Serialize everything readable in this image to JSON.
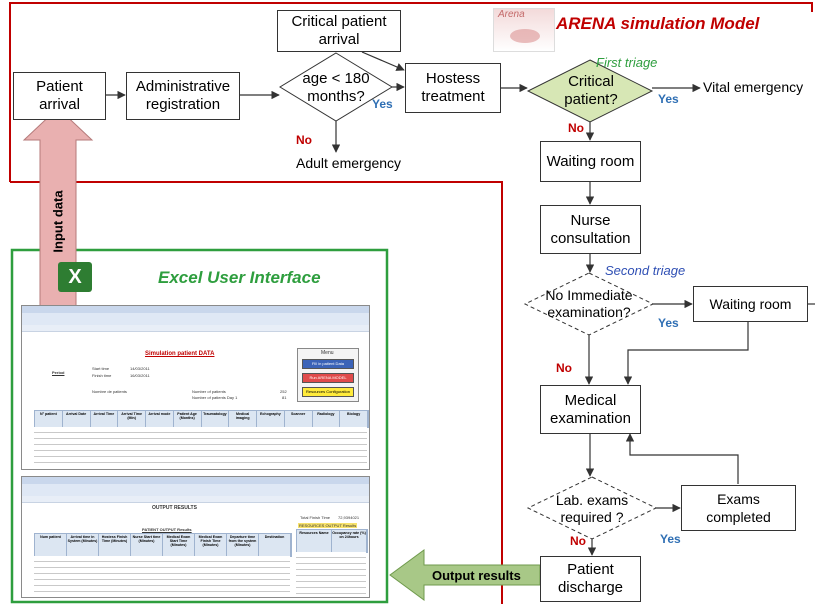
{
  "header": {
    "title": "ARENA simulation Model",
    "logo_text": "Arena"
  },
  "nodes": {
    "patient_arrival": "Patient\narrival",
    "admin_registration": "Administrative\nregistration",
    "age_decision": "age < 180\nmonths?",
    "critical_arrival": "Critical patient\narrival",
    "hostess": "Hostess\ntreatment",
    "critical_decision": "Critical\npatient?",
    "vital_emergency": "Vital emergency",
    "adult_emergency": "Adult emergency",
    "waiting_room_1": "Waiting room",
    "nurse": "Nurse\nconsultation",
    "immediate_decision": "No Immediate\nexamination?",
    "waiting_room_2": "Waiting room",
    "medical_exam": "Medical\nexamination",
    "lab_decision": "Lab. exams\nrequired ?",
    "exams_completed": "Exams\ncompleted",
    "discharge": "Patient\ndischarge"
  },
  "labels": {
    "first_triage": "First triage",
    "second_triage": "Second triage",
    "yes": "Yes",
    "no": "No",
    "input_data": "Input data",
    "output_results": "Output results",
    "excel_title": "Excel User Interface"
  },
  "excel_top": {
    "sheet_title": "Simulation patient DATA",
    "period_label": "Period",
    "start_label": "Start time",
    "start_value": "14/03/2011",
    "finish_label": "Finish time",
    "finish_value": "16/03/2011",
    "nb_patients_label": "Nombre de patients",
    "number_patients_label": "Number of patients",
    "number_patients_value": "252",
    "per_day_label": "Number of patients Day 1",
    "per_day_value": "81",
    "menu_title": "Menu",
    "menu_btn_fill": "Fill in patient Data",
    "menu_btn_run": "Run ARENA MODEL",
    "menu_btn_res": "Resources Configuration",
    "columns": [
      "N° patient",
      "Arrival Date",
      "Arrival Time",
      "Arrival Time (Min)",
      "Arrival mode",
      "Patient Age (Months)",
      "Traumatology",
      "Medical imaging",
      "Echography",
      "Scanner",
      "Radiology",
      "Biology"
    ]
  },
  "excel_bottom": {
    "sheet_title": "OUTPUT RESULTS",
    "patient_output": "PATIENT OUTPUT Results",
    "total_finish_label": "Total Finish Time",
    "total_finish_value": "72,9394021",
    "resources_output": "RESOURCES OUTPUT Results",
    "columns": [
      "Num patient",
      "Arrival time in System (Minutes)",
      "Hostess Finish Time (Minutes)",
      "Nurse Start time (Minutes)",
      "Medical Exam Start Time (Minutes)",
      "Medical Exam Finish Time (Minutes)",
      "Departure time from the system (Minutes)",
      "Destination"
    ],
    "res_columns": [
      "Resources Name",
      "Occupancy rate (%) on 24hours"
    ]
  },
  "colors": {
    "model_border": "#c00000",
    "excel_border": "#2e9e3e",
    "decision_fill": "#d7e7b5",
    "title_red": "#c00000",
    "excel_title_green": "#2e9e3e",
    "yes_blue": "#2f6fb4"
  }
}
